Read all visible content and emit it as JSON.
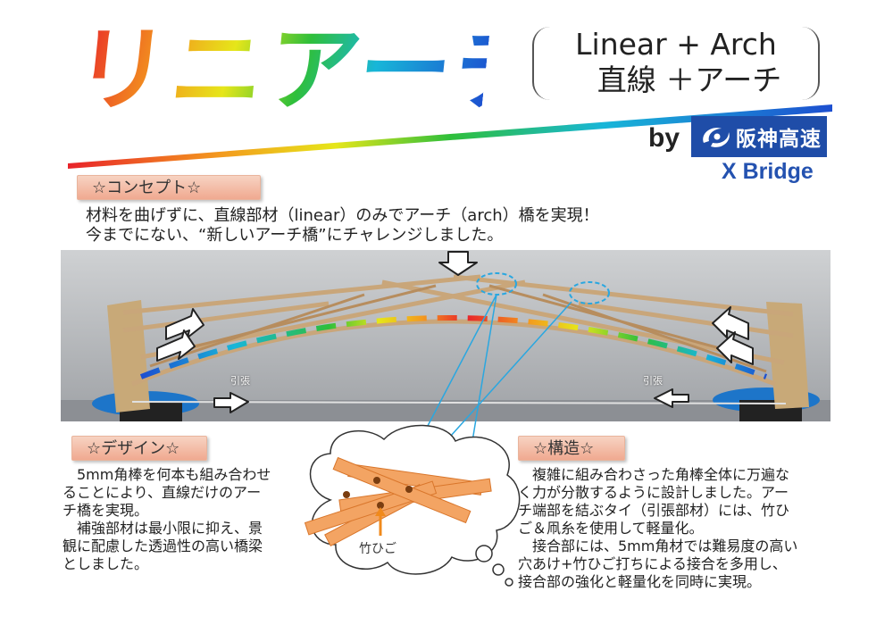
{
  "title": "リニアーチ",
  "subtitle": {
    "line1": "Linear + Arch",
    "line2": "直線 ＋アーチ"
  },
  "by": "by",
  "logo": {
    "text": "阪神高速",
    "brand_color": "#1f4da8"
  },
  "team": "X Bridge",
  "concept": {
    "heading": "☆コンセプト☆",
    "lines": [
      "材料を曲げずに、直線部材（linear）のみでアーチ（arch）橋を実現！",
      "今までにない、“新しいアーチ橋”にチャレンジしました。"
    ]
  },
  "photo": {
    "tension_left": "引張",
    "tension_right": "引張"
  },
  "design": {
    "heading": "☆デザイン☆",
    "lines": [
      "5mm角棒を何本も組み合わせ",
      "ることにより、直線だけのアー",
      "チ橋を実現。",
      "補強部材は最小限に抑え、景",
      "観に配慮した透過性の高い橋梁",
      "としました。"
    ]
  },
  "detail": {
    "label": "竹ひご"
  },
  "structure": {
    "heading": "☆構造☆",
    "lines": [
      "複雑に組み合わさった角棒全体に万遍な",
      "く力が分散するように設計しました。アー",
      "チ端部を結ぶタイ（引張部材）には、竹ひ",
      "ご＆凧糸を使用して軽量化。",
      "接合部には、5mm角材では難易度の高い",
      "穴あけ+竹ひご打ちによる接合を多用し、",
      "接合部の強化と軽量化を同時に実現。"
    ]
  },
  "colors": {
    "tag_fill": "#f0a990",
    "callout_line": "#2aa7e0",
    "arrow_orange": "#f08a1c"
  }
}
